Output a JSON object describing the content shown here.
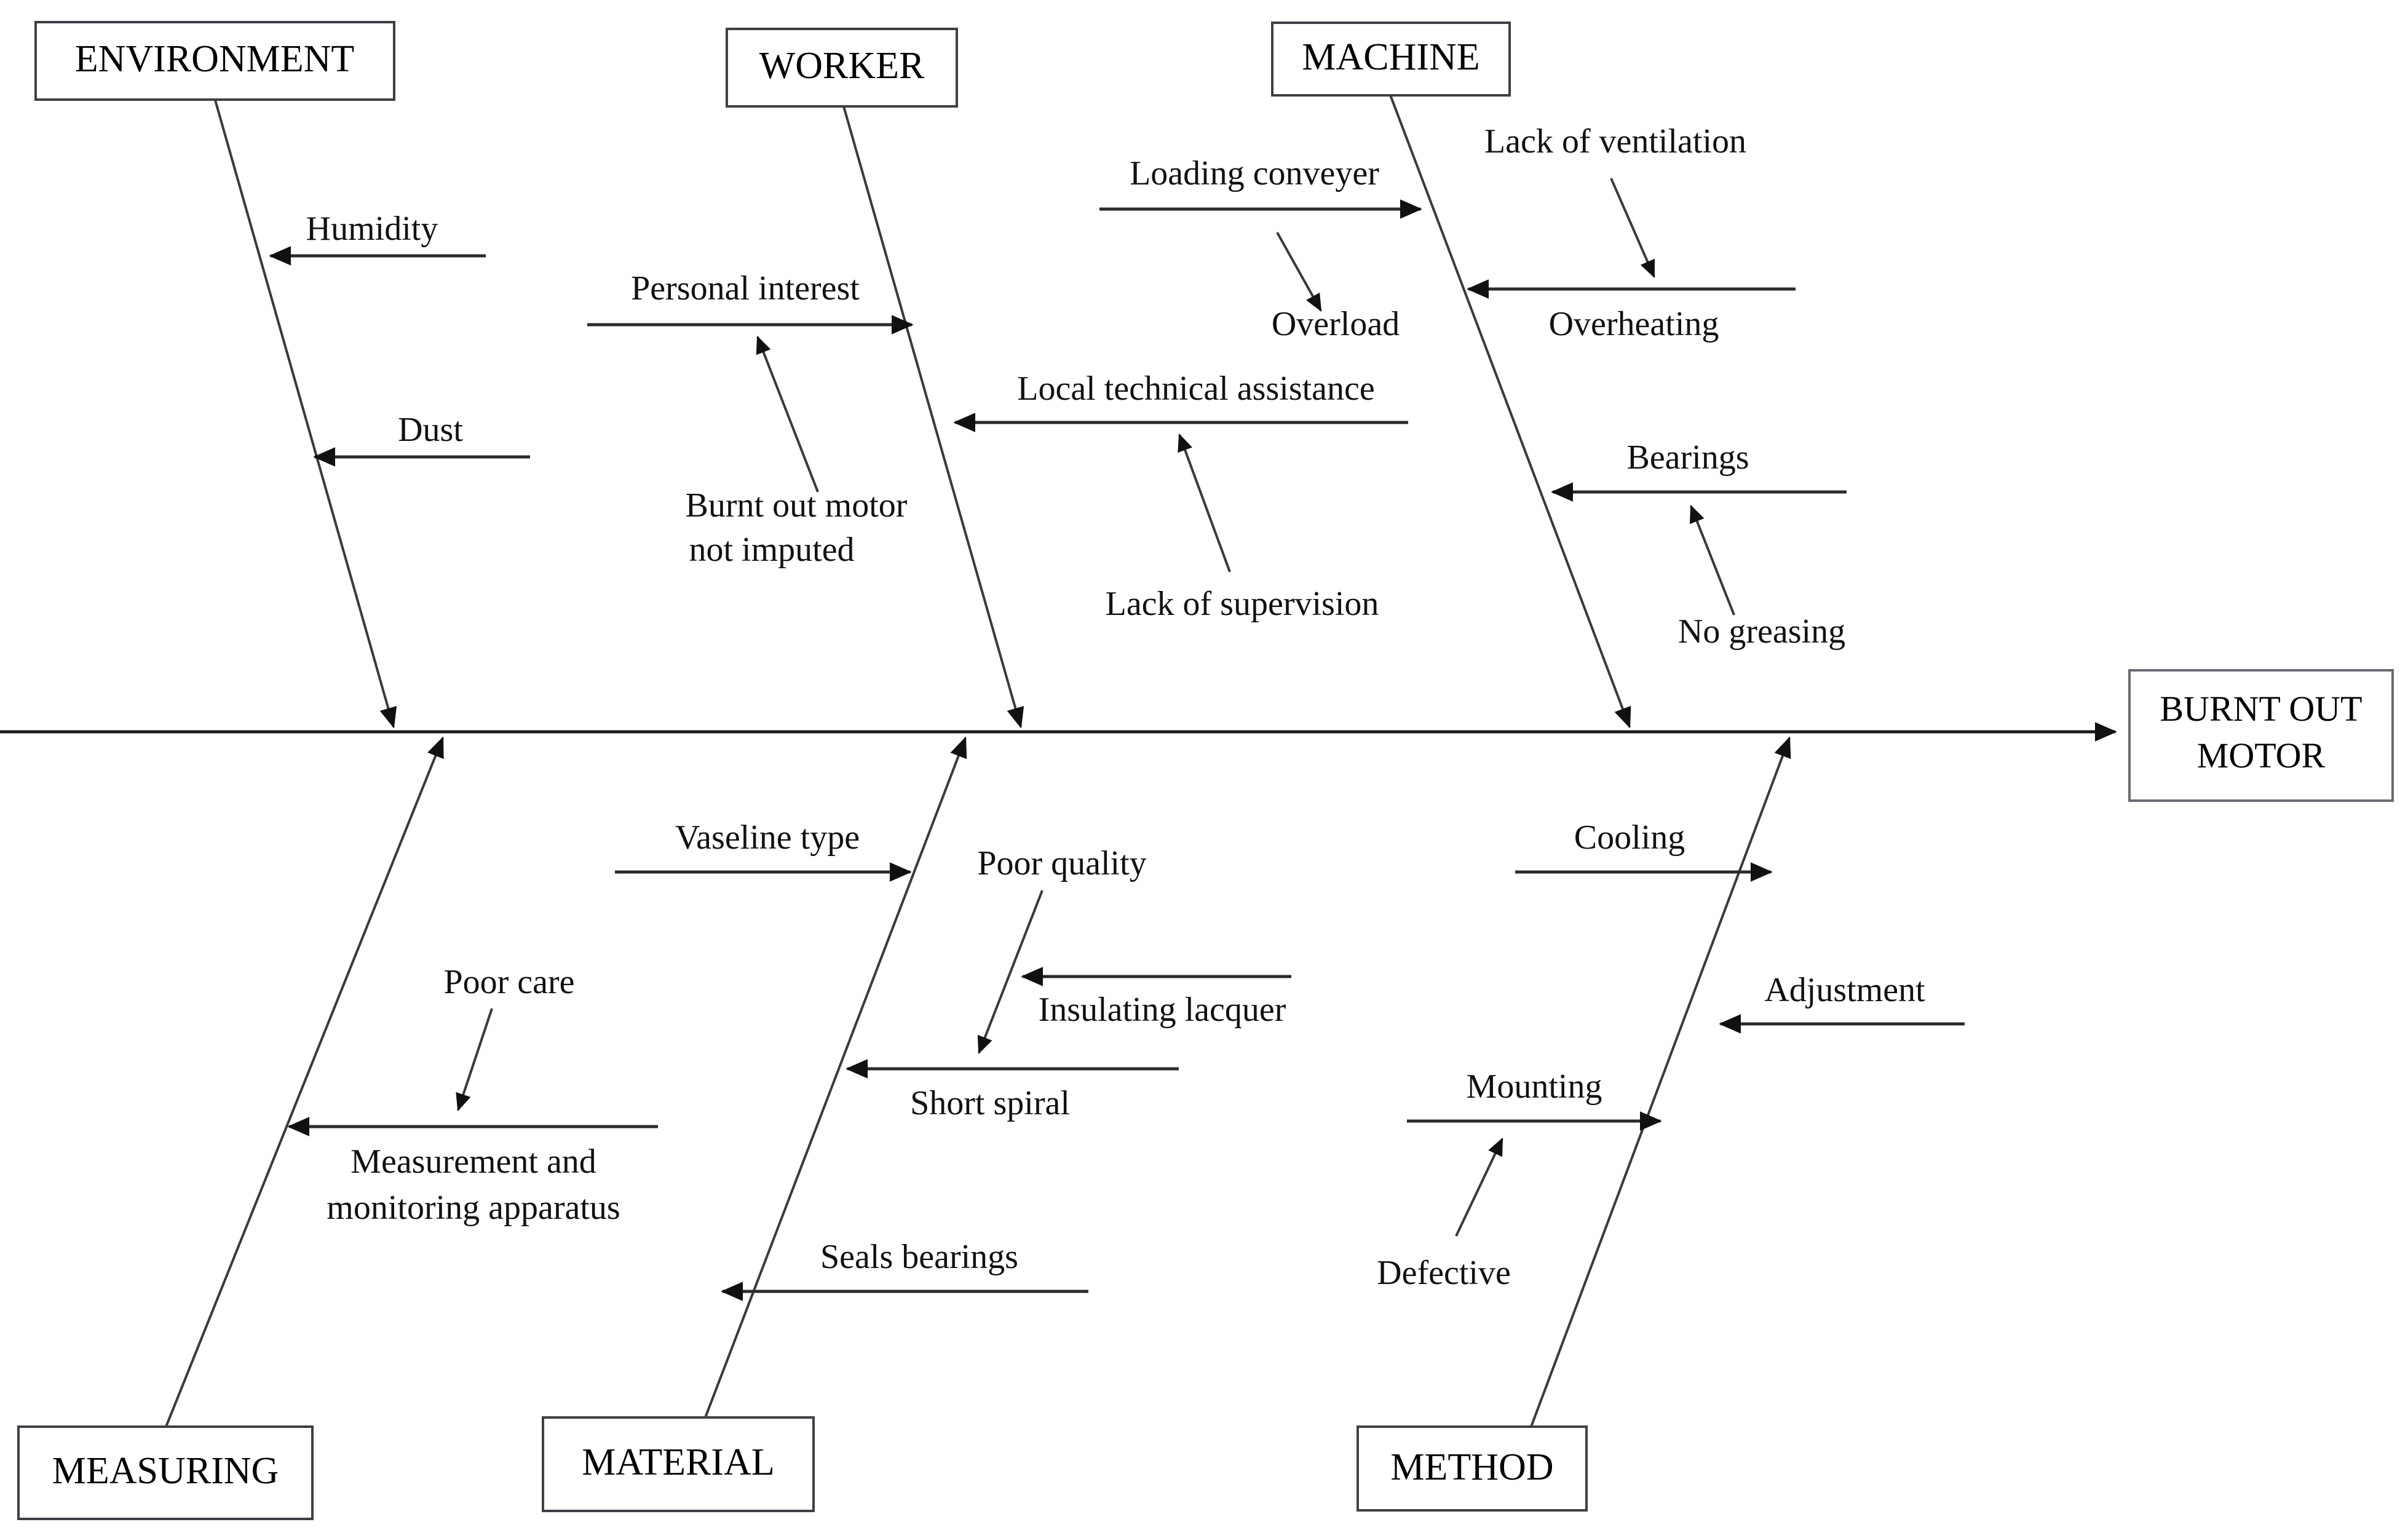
{
  "diagram": {
    "type": "fishbone-ishikawa-cause-and-effect",
    "effect": {
      "line1": "BURNT OUT",
      "line2": "MOTOR"
    },
    "categories": [
      {
        "id": "environment",
        "label": "ENVIRONMENT",
        "position": "top",
        "causes": [
          {
            "id": "humidity",
            "label": "Humidity",
            "sub_causes": []
          },
          {
            "id": "dust",
            "label": "Dust",
            "sub_causes": []
          }
        ]
      },
      {
        "id": "worker",
        "label": "WORKER",
        "position": "top",
        "causes": [
          {
            "id": "personal-interest",
            "label": "Personal interest",
            "sub_causes": [
              {
                "id": "burnt-out-motor-not-imputed",
                "line1": "Burnt out motor",
                "line2": "not imputed"
              }
            ]
          },
          {
            "id": "local-technical-assistance",
            "label": "Local technical assistance",
            "sub_causes": [
              {
                "id": "lack-of-supervision",
                "line1": "Lack of supervision",
                "line2": ""
              }
            ]
          }
        ]
      },
      {
        "id": "machine",
        "label": "MACHINE",
        "position": "top",
        "causes": [
          {
            "id": "loading-conveyer",
            "label": "Loading conveyer",
            "sub_causes": [
              {
                "id": "overload",
                "line1": "Overload",
                "line2": ""
              }
            ]
          },
          {
            "id": "overheating",
            "label": "Overheating",
            "sub_causes": [
              {
                "id": "lack-of-ventilation",
                "line1": "Lack of ventilation",
                "line2": ""
              }
            ]
          },
          {
            "id": "bearings",
            "label": "Bearings",
            "sub_causes": [
              {
                "id": "no-greasing",
                "line1": "No greasing",
                "line2": ""
              }
            ]
          }
        ]
      },
      {
        "id": "measuring",
        "label": "MEASURING",
        "position": "bottom",
        "causes": [
          {
            "id": "measurement-and-monitoring-apparatus",
            "label_line1": "Measurement and",
            "label_line2": "monitoring apparatus",
            "sub_causes": [
              {
                "id": "poor-care",
                "line1": "Poor care",
                "line2": ""
              }
            ]
          }
        ]
      },
      {
        "id": "material",
        "label": "MATERIAL",
        "position": "bottom",
        "causes": [
          {
            "id": "vaseline-type",
            "label": "Vaseline type",
            "sub_causes": []
          },
          {
            "id": "poor-quality",
            "label": "Poor quality",
            "sub_causes": [
              {
                "id": "insulating-lacquer",
                "line1": "Insulating lacquer",
                "line2": ""
              }
            ]
          },
          {
            "id": "short-spiral",
            "label": "Short spiral",
            "sub_causes": []
          },
          {
            "id": "seals-bearings",
            "label": "Seals bearings",
            "sub_causes": []
          }
        ]
      },
      {
        "id": "method",
        "label": "METHOD",
        "position": "bottom",
        "causes": [
          {
            "id": "cooling",
            "label": "Cooling",
            "sub_causes": []
          },
          {
            "id": "adjustment",
            "label": "Adjustment",
            "sub_causes": []
          },
          {
            "id": "mounting",
            "label": "Mounting",
            "sub_causes": [
              {
                "id": "defective",
                "line1": "Defective",
                "line2": ""
              }
            ]
          }
        ]
      }
    ],
    "colors": {
      "line": "#1a1a1a",
      "box_border": "#3f3f46",
      "text": "#000000",
      "background": "#ffffff"
    }
  }
}
